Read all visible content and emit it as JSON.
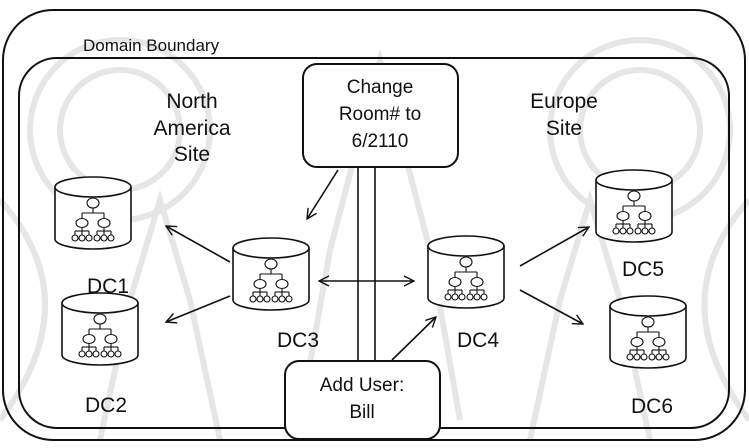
{
  "diagram": {
    "boundary_label": "Domain Boundary",
    "sites": {
      "north_america": [
        "North",
        "America",
        "Site"
      ],
      "europe": [
        "Europe",
        "Site"
      ]
    },
    "change_box": [
      "Change",
      "Room# to",
      "6/2110"
    ],
    "add_user_box": [
      "Add User:",
      "Bill"
    ],
    "domain_controllers": {
      "dc1": "DC1",
      "dc2": "DC2",
      "dc3": "DC3",
      "dc4": "DC4",
      "dc5": "DC5",
      "dc6": "DC6"
    },
    "colors": {
      "ink": "#111111",
      "watermark": "#e4e4e4"
    }
  }
}
